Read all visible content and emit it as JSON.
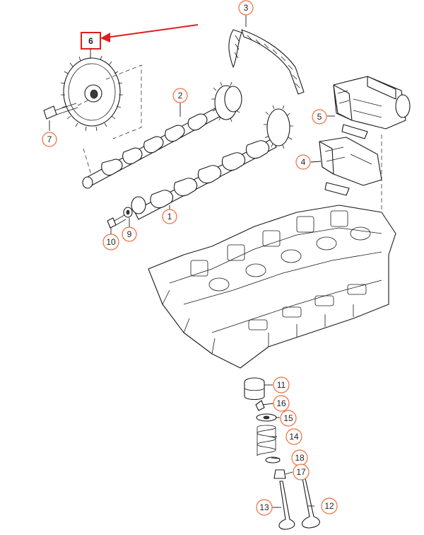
{
  "highlight": {
    "label": "6",
    "box_color": "#e01e1e",
    "arrow_color": "#e01e1e"
  },
  "callout_color": "#f26d3d",
  "callouts": [
    "1",
    "2",
    "3",
    "4",
    "5",
    "7",
    "9",
    "10",
    "11",
    "12",
    "13",
    "14",
    "15",
    "16",
    "17",
    "18"
  ]
}
